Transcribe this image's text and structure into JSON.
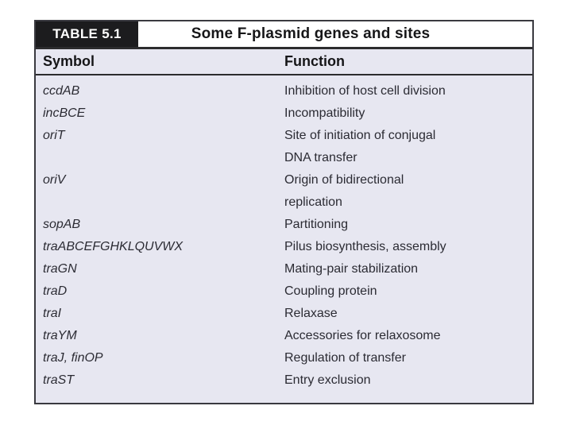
{
  "table": {
    "label": "TABLE 5.1",
    "title": "Some F-plasmid genes and sites",
    "columns": {
      "symbol": "Symbol",
      "function": "Function"
    },
    "rows": [
      {
        "symbol": "ccdAB",
        "function_lines": [
          "Inhibition of host cell division"
        ]
      },
      {
        "symbol": "incBCE",
        "function_lines": [
          "Incompatibility"
        ]
      },
      {
        "symbol": "oriT",
        "function_lines": [
          "Site of initiation of conjugal",
          "DNA transfer"
        ]
      },
      {
        "symbol": "oriV",
        "function_lines": [
          "Origin of bidirectional",
          "replication"
        ]
      },
      {
        "symbol": "sopAB",
        "function_lines": [
          "Partitioning"
        ]
      },
      {
        "symbol": "traABCEFGHKLQUVWX",
        "function_lines": [
          "Pilus biosynthesis, assembly"
        ]
      },
      {
        "symbol": "traGN",
        "function_lines": [
          "Mating-pair stabilization"
        ]
      },
      {
        "symbol": "traD",
        "function_lines": [
          "Coupling protein"
        ]
      },
      {
        "symbol": "traI",
        "function_lines": [
          "Relaxase"
        ]
      },
      {
        "symbol": "traYM",
        "function_lines": [
          "Accessories for relaxosome"
        ]
      },
      {
        "symbol": "traJ, finOP",
        "function_lines": [
          "Regulation of transfer"
        ]
      },
      {
        "symbol": "traST",
        "function_lines": [
          "Entry exclusion"
        ]
      }
    ],
    "colors": {
      "label_box_bg": "#1c1c1e",
      "label_box_text": "#ffffff",
      "title_bg": "#ffffff",
      "body_bg": "#e7e7f1",
      "rule": "#2c2c2e",
      "text": "#2b2b33"
    }
  }
}
